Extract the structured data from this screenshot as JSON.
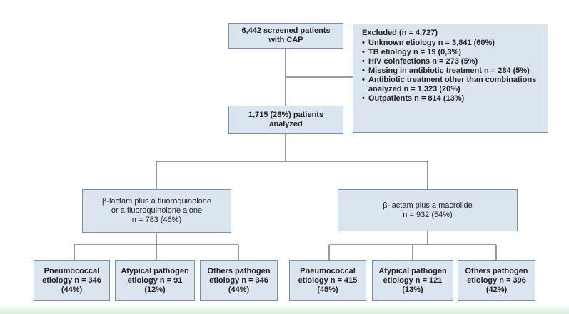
{
  "screened": {
    "line1": "6,442 screened patients",
    "line2": "with CAP"
  },
  "excluded": {
    "title": "Excluded (n = 4,727)",
    "items": [
      "Unknown etiology n = 3,841 (60%)",
      "TB etiology n = 19 (0,3%)",
      "HIV coinfections n = 273 (5%)",
      "Missing in antibiotic treatment n = 284 (5%)",
      "Antibiotic treatment other than combinations analyzed n = 1,323 (20%)",
      "Outpatients n = 814 (13%)"
    ]
  },
  "analyzed": {
    "line1": "1,715 (28%) patients",
    "line2": "analyzed"
  },
  "group_left": {
    "line1": "β-lactam plus a fluoroquinolone",
    "line2": "or a fluoroquinolone alone",
    "line3": "n = 783 (46%)"
  },
  "group_right": {
    "line1": "β-lactam plus a macrolide",
    "line2": "n = 932 (54%)"
  },
  "leaves": [
    {
      "line1": "Pneumococcal",
      "line2": "etiology n = 346",
      "line3": "(44%)"
    },
    {
      "line1": "Atypical pathogen",
      "line2": "etiology n = 91",
      "line3": "(12%)"
    },
    {
      "line1": "Others pathogen",
      "line2": "etiology n = 346",
      "line3": "(44%)"
    },
    {
      "line1": "Pneumococcal",
      "line2": "etiology n = 415",
      "line3": "(45%)"
    },
    {
      "line1": "Atypical pathogen",
      "line2": "etiology n = 121",
      "line3": "(13%)"
    },
    {
      "line1": "Others pathogen",
      "line2": "etiology n = 396",
      "line3": "(42%)"
    }
  ],
  "colors": {
    "box_fill": "#dbe5f0",
    "box_border": "#7a8fa6",
    "line": "#333333"
  }
}
